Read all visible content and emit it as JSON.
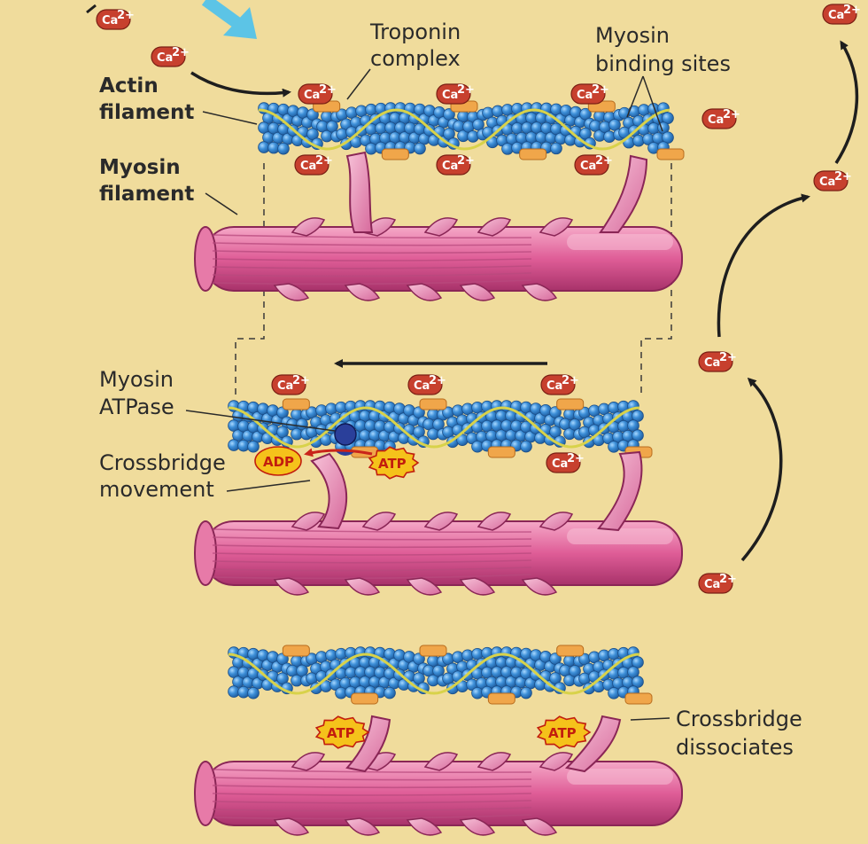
{
  "labels": {
    "troponin_complex_1": "Troponin",
    "troponin_complex_2": "complex",
    "myosin_binding_sites_1": "Myosin",
    "myosin_binding_sites_2": "binding sites",
    "actin_filament_1": "Actin",
    "actin_filament_2": "filament",
    "myosin_filament_1": "Myosin",
    "myosin_filament_2": "filament",
    "myosin_atpase_1": "Myosin",
    "myosin_atpase_2": "ATPase",
    "crossbridge_movement_1": "Crossbridge",
    "crossbridge_movement_2": "movement",
    "crossbridge_dissociates_1": "Crossbridge",
    "crossbridge_dissociates_2": "dissociates"
  },
  "ion_label": "Ca",
  "ion_charge": "2+",
  "atp_label": "ATP",
  "adp_label": "ADP",
  "colors": {
    "background": "#f0dc9c",
    "actin_bead": "#3b8fd6",
    "tropomyosin": "#d8d24a",
    "troponin": "#f0a64a",
    "myosin": "#e0609a",
    "calcium": "#c7402e",
    "atp": "#f5c21b",
    "arrow": "#1e1e1e",
    "inflow_arrow": "#5cc4e6"
  }
}
